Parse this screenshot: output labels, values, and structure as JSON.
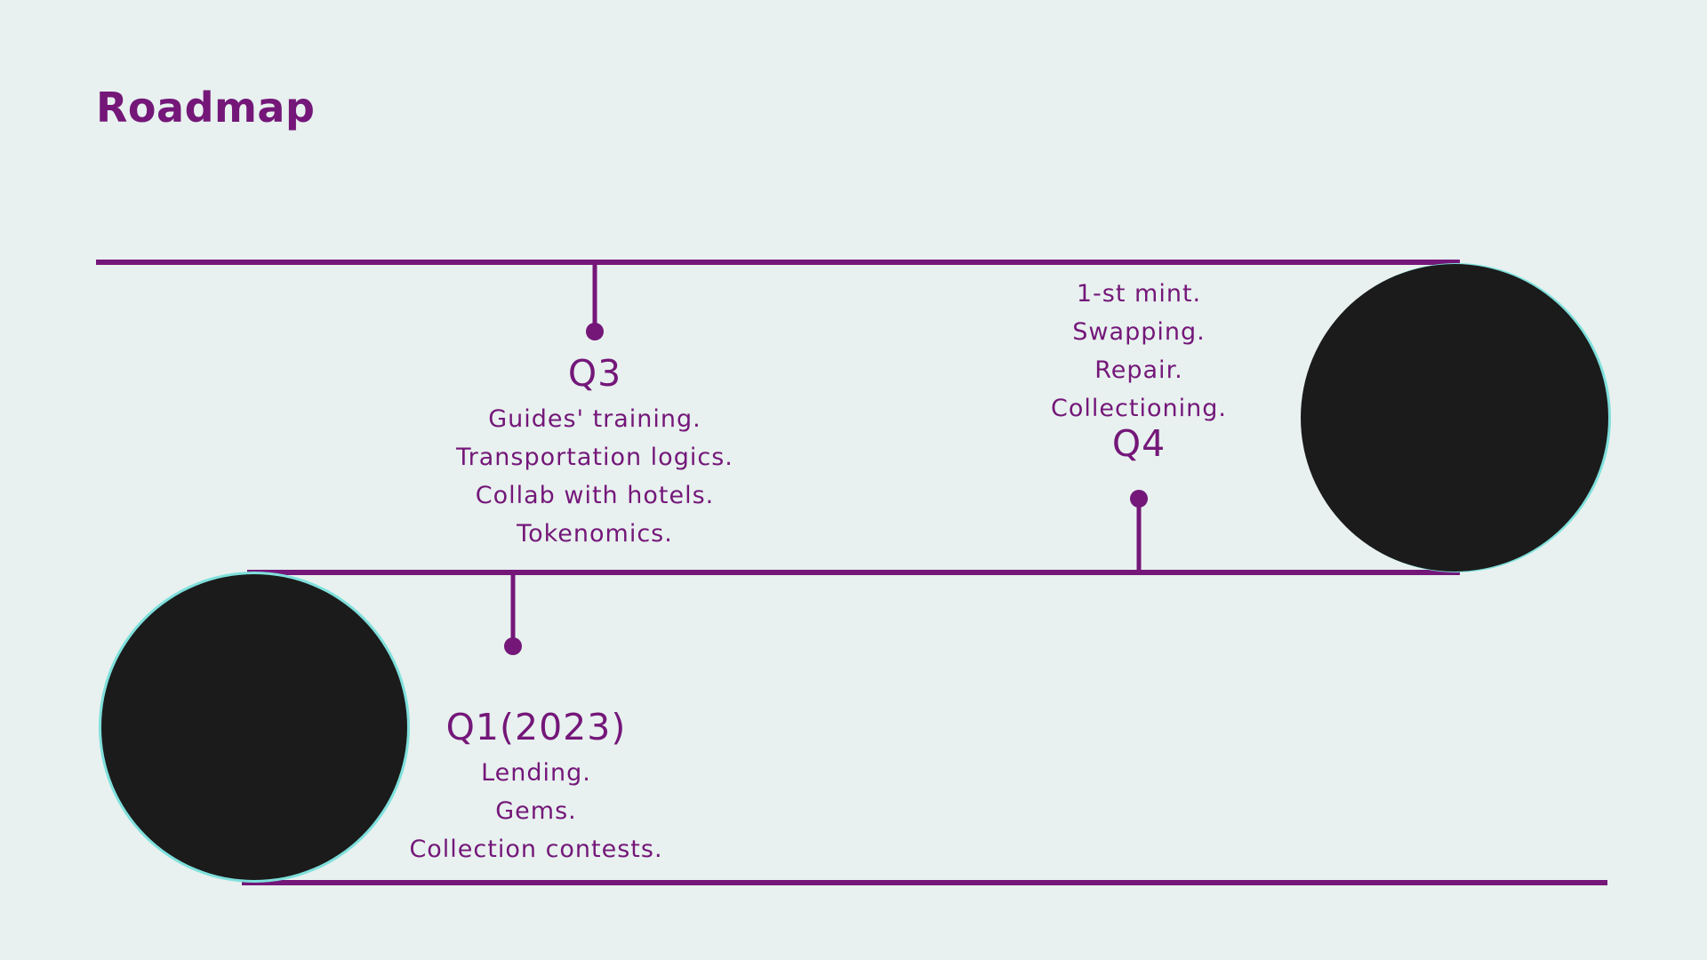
{
  "title": "Roadmap",
  "colors": {
    "background": "#e8f1ef",
    "accent": "#741779",
    "ring": "#7fe0dc",
    "node_fill": "#1b1b1b"
  },
  "milestones": [
    {
      "quarter": "Q3",
      "items": [
        "Guides' training.",
        "Transportation logics.",
        "Collab with hotels.",
        "Tokenomics."
      ]
    },
    {
      "quarter": "Q4",
      "items": [
        "1-st mint.",
        "Swapping.",
        "Repair.",
        "Collectioning."
      ]
    },
    {
      "quarter": "Q1(2023)",
      "items": [
        "Lending.",
        "Gems.",
        "Collection contests."
      ]
    }
  ]
}
